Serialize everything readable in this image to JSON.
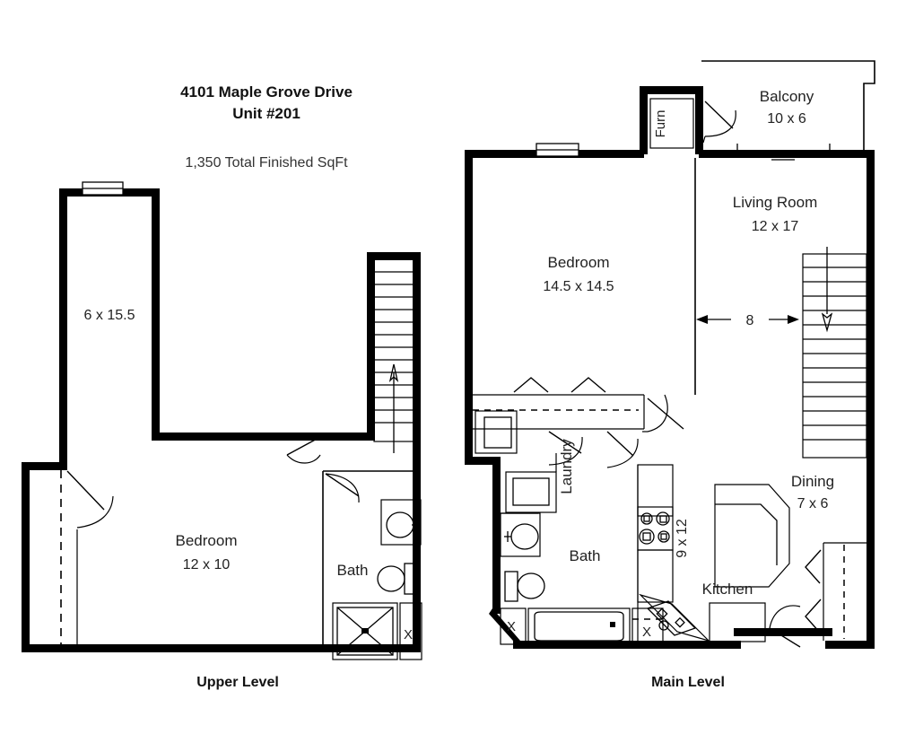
{
  "header": {
    "address": "4101 Maple Grove Drive",
    "unit": "Unit  #201",
    "sqft": "1,350 Total Finished SqFt"
  },
  "levels": [
    {
      "id": "upper",
      "caption": "Upper Level",
      "rooms": [
        {
          "name": "",
          "dims": "6 x 15.5"
        },
        {
          "name": "Bedroom",
          "dims": "12 x 10"
        },
        {
          "name": "Bath",
          "dims": ""
        }
      ],
      "markers": [
        "X"
      ],
      "stair_direction": "up"
    },
    {
      "id": "main",
      "caption": "Main Level",
      "rooms": [
        {
          "name": "Balcony",
          "dims": "10 x 6"
        },
        {
          "name": "Living Room",
          "dims": "12 x 17"
        },
        {
          "name": "Bedroom",
          "dims": "14.5 x 14.5"
        },
        {
          "name": "Dining",
          "dims": "7 x 6"
        },
        {
          "name": "Kitchen",
          "dims": "9 x 12"
        },
        {
          "name": "Bath",
          "dims": ""
        },
        {
          "name": "Laundry",
          "dims": ""
        },
        {
          "name": "Furn",
          "dims": ""
        }
      ],
      "dimension_labels": [
        "8"
      ],
      "markers": [
        "X",
        "X"
      ],
      "stair_direction": "down"
    }
  ],
  "labels": {
    "upper_room_a_dims": "6 x 15.5",
    "upper_bedroom_name": "Bedroom",
    "upper_bedroom_dims": "12 x 10",
    "upper_bath_name": "Bath",
    "upper_closet_marker": "X",
    "upper_caption": "Upper Level",
    "main_balcony_name": "Balcony",
    "main_balcony_dims": "10 x 6",
    "main_living_name": "Living Room",
    "main_living_dims": "12 x 17",
    "main_bedroom_name": "Bedroom",
    "main_bedroom_dims": "14.5 x 14.5",
    "main_dining_name": "Dining",
    "main_dining_dims": "7 x 6",
    "main_kitchen_name": "Kitchen",
    "main_kitchen_dims": "9 x 12",
    "main_bath_name": "Bath",
    "main_laundry_name": "Laundry",
    "main_furnace_name": "Furn",
    "main_hall_dim": "8",
    "main_closet_marker_1": "X",
    "main_closet_marker_2": "X",
    "main_caption": "Main Level"
  },
  "colors": {
    "wall": "#000000",
    "background": "#ffffff",
    "text": "#222222"
  }
}
